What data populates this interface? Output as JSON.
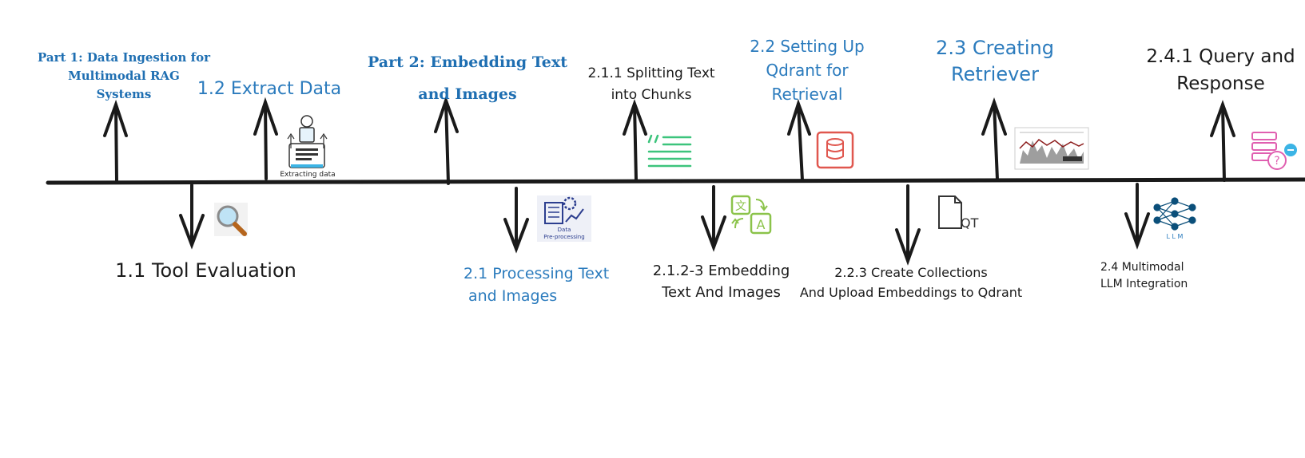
{
  "labels": {
    "part1_line1": "Part 1: Data Ingestion for",
    "part1_line2": "Multimodal RAG",
    "part1_line3": "Systems",
    "extract_data": "1.2 Extract Data",
    "part2_line1": "Part 2: Embedding Text",
    "part2_line2": "and Images",
    "splitting_line1": "2.1.1 Splitting Text",
    "splitting_line2": "into Chunks",
    "qdrant_line1": "2.2 Setting Up",
    "qdrant_line2": "Qdrant for",
    "qdrant_line3": "Retrieval",
    "retriever_line1": "2.3 Creating",
    "retriever_line2": "Retriever",
    "query_line1": "2.4.1 Query and",
    "query_line2": "Response",
    "tool_eval": "1.1 Tool Evaluation",
    "processing_line1": "2.1 Processing Text",
    "processing_line2": "and Images",
    "embedding_line1": "2.1.2-3 Embedding",
    "embedding_line2": "Text And Images",
    "collections_line1": "2.2.3 Create Collections",
    "collections_line2": "And Upload Embeddings to Qdrant",
    "llm_line1": "2.4 Multimodal",
    "llm_line2": "LLM Integration"
  },
  "icon_text": {
    "extracting_data": "Extracting data",
    "data_preprocessing_1": "Data",
    "data_preprocessing_2": "Pre-processing",
    "qt": "QT",
    "llm": "L L M"
  },
  "icons": [
    "search-icon",
    "extracting-data-icon",
    "quote-text-icon",
    "data-preprocessing-icon",
    "translate-icon",
    "database-icon",
    "file-qt-icon",
    "chart-thumbnail-icon",
    "neural-network-icon",
    "server-question-icon"
  ],
  "colors": {
    "title_blue": "#1f6fb2",
    "label_blue": "#2b7bbd",
    "line": "#1a1a1a",
    "green": "#3cc47c",
    "red": "#e0574f",
    "pink": "#e05fb0",
    "navy": "#0b4f7a"
  }
}
